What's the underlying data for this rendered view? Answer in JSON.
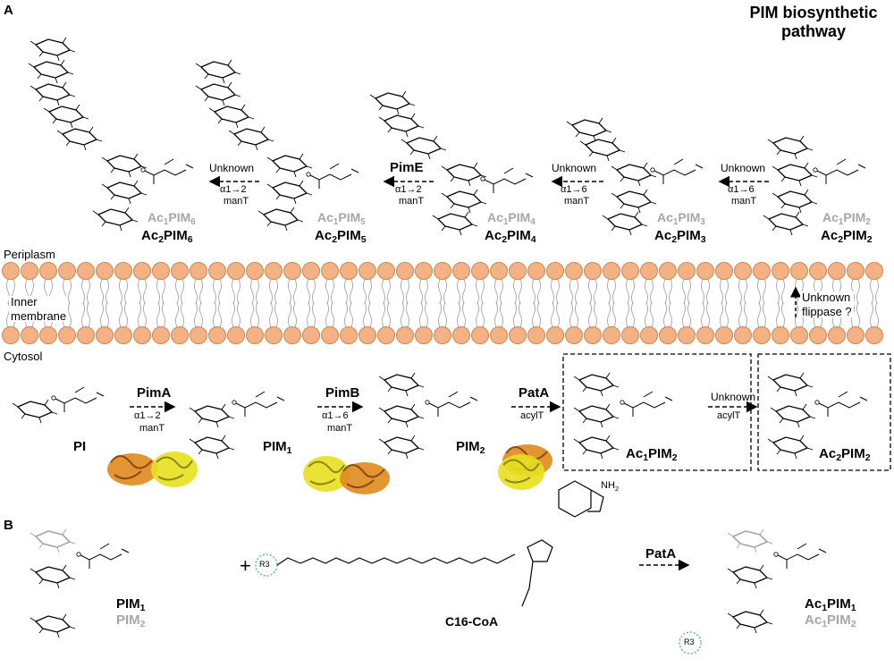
{
  "panels": {
    "a": "A",
    "b": "B"
  },
  "title": {
    "line1": "PIM biosynthetic",
    "line2": "pathway"
  },
  "membrane": {
    "periplasm": "Periplasm",
    "cytosol": "Cytosol",
    "inner1": "Inner",
    "inner2": "membrane",
    "flippase1": "Unknown",
    "flippase2": "flippase ?"
  },
  "periplasm_row": {
    "pim6": {
      "ac1": "Ac1PIM6",
      "ac2": "Ac2PIM6"
    },
    "pim5": {
      "ac1": "Ac1PIM5",
      "ac2": "Ac2PIM5"
    },
    "pim4": {
      "ac1": "Ac1PIM4",
      "ac2": "Ac2PIM4"
    },
    "pim3": {
      "ac1": "Ac1PIM3",
      "ac2": "Ac2PIM3"
    },
    "pim2": {
      "ac1": "Ac1PIM2",
      "ac2": "Ac2PIM2"
    },
    "steps": [
      {
        "enzyme": "Unknown",
        "linkage": "α1→2",
        "type": "manT"
      },
      {
        "enzyme": "PimE",
        "linkage": "α1→2",
        "type": "manT"
      },
      {
        "enzyme": "Unknown",
        "linkage": "α1→6",
        "type": "manT"
      },
      {
        "enzyme": "Unknown",
        "linkage": "α1→6",
        "type": "manT"
      }
    ]
  },
  "cytosol_row": {
    "compounds": [
      "PI",
      "PIM1",
      "PIM2",
      "Ac1PIM2",
      "Ac2PIM2"
    ],
    "steps": [
      {
        "enzyme": "PimA",
        "linkage": "α1→2",
        "type": "manT"
      },
      {
        "enzyme": "PimB",
        "linkage": "α1→6",
        "type": "manT"
      },
      {
        "enzyme": "PatA",
        "linkage": "",
        "type": "acylT"
      },
      {
        "enzyme": "Unknown",
        "linkage": "",
        "type": "acylT"
      }
    ]
  },
  "panel_b": {
    "substrate1": "PIM1",
    "substrate1_alt": "PIM2",
    "plus": "+",
    "cofactor": "C16-CoA",
    "enzyme": "PatA",
    "product": "Ac1PIM1",
    "product_alt": "Ac1PIM2",
    "r3": "R3",
    "r3_product": "R3",
    "nh2": "NH2"
  },
  "colors": {
    "lipid_head": "#f4b183",
    "head_stroke": "#c9885a",
    "grey": "#a6a6a6",
    "enzyme_orange": "#e08a1e",
    "enzyme_yellow": "#e8e020"
  }
}
